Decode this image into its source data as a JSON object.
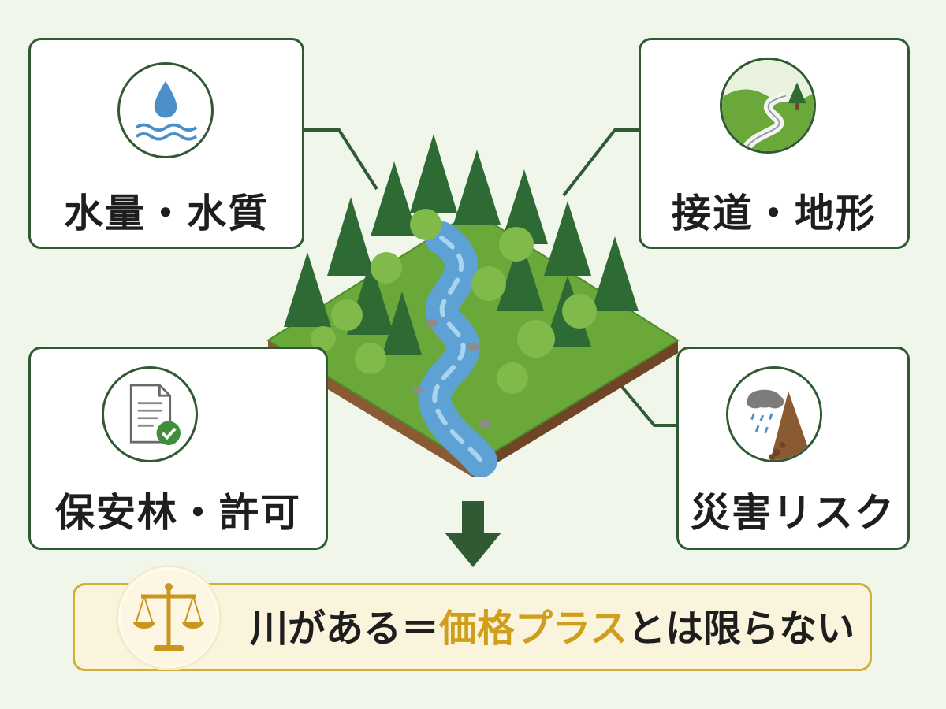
{
  "cards": {
    "water": {
      "label": "水量・水質",
      "icon": "water-drop-waves-icon"
    },
    "road": {
      "label": "接道・地形",
      "icon": "winding-road-tree-icon"
    },
    "forest": {
      "label": "保安林・許可",
      "icon": "document-check-icon"
    },
    "disaster": {
      "label": "災害リスク",
      "icon": "rain-landslide-icon"
    }
  },
  "banner": {
    "icon": "balance-scale-icon",
    "text_part1": "川がある＝",
    "text_highlight": "価格プラス",
    "text_part2": "とは限らない"
  },
  "colors": {
    "accent_green": "#2f5a34",
    "highlight_gold": "#cf9f1c",
    "banner_border": "#d4ad38",
    "background": "#f1f6ea"
  }
}
